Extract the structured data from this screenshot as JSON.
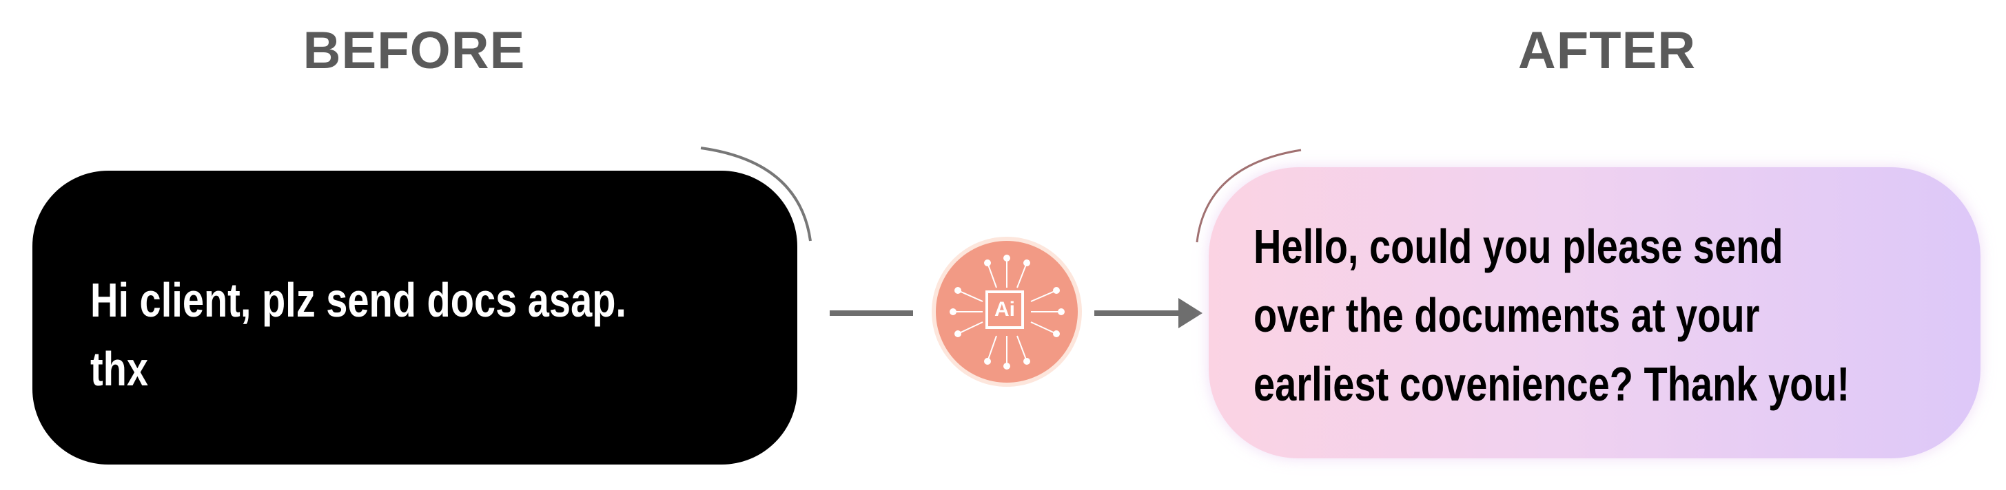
{
  "headings": {
    "before": "BEFORE",
    "after": "AFTER"
  },
  "before_message": {
    "lines": [
      "Hi client, plz send docs asap.",
      "thx"
    ]
  },
  "after_message": {
    "lines": [
      "Hello, could you please send",
      "over the documents at your",
      "earliest covenience? Thank you!"
    ]
  },
  "ai_badge": {
    "label": "Ai",
    "icon": "ai-chip-icon"
  },
  "colors": {
    "before_bg": "#000000",
    "after_gradient": [
      "#fbd3e3",
      "#ddc8f8"
    ],
    "badge": "#f29a85",
    "arrow": "#6e6e6e"
  }
}
